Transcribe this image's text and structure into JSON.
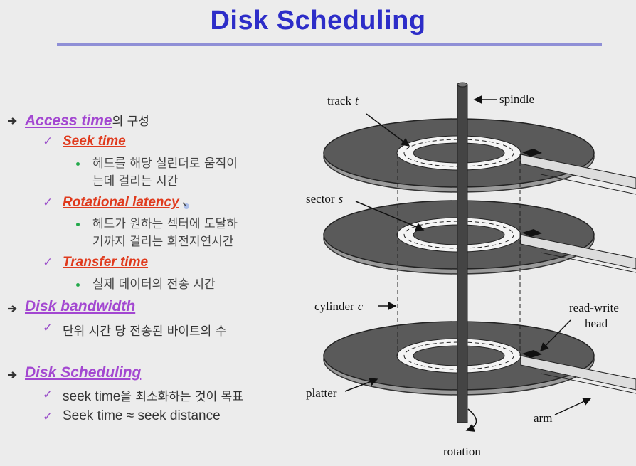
{
  "slide": {
    "title": "Disk Scheduling"
  },
  "outline": {
    "access_time": {
      "label": "Access time",
      "suffix": "의 구성",
      "seek_time": {
        "label": "Seek time",
        "desc_line1": "헤드를 해당 실린더로 움직이",
        "desc_line2": "는데 걸리는 시간"
      },
      "rotational_latency": {
        "label": "Rotational latency",
        "desc_line1": "헤드가 원하는 섹터에 도달하",
        "desc_line2": "기까지 걸리는 회전지연시간"
      },
      "transfer_time": {
        "label": "Transfer time",
        "desc_line1": "실제 데이터의 전송 시간"
      }
    },
    "disk_bandwidth": {
      "label": "Disk bandwidth",
      "point1": "단위 시간 당 전송된 바이트의 수"
    },
    "disk_scheduling": {
      "label": "Disk Scheduling",
      "point1_prefix": "seek time",
      "point1_suffix": "을 최소화하는 것이 목표",
      "point2": "Seek time ≈ seek distance"
    }
  },
  "diagram": {
    "track": "track",
    "track_var": "t",
    "spindle": "spindle",
    "sector": "sector",
    "sector_var": "s",
    "cylinder": "cylinder",
    "cylinder_var": "c",
    "read_write_line1": "read-write",
    "read_write_line2": "head",
    "platter": "platter",
    "arm": "arm",
    "rotation": "rotation"
  },
  "colors": {
    "title": "#2d2dc8",
    "level1": "#a347d1",
    "level2": "#e03a1d",
    "check": "#9a4fc9",
    "sub_bullet": "#22a84a"
  }
}
